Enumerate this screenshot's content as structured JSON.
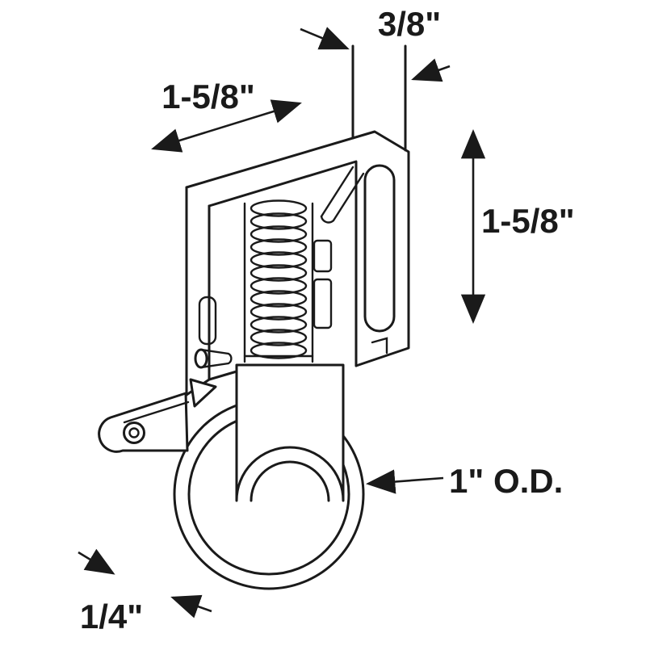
{
  "page": {
    "background_color": "#ffffff",
    "line_color": "#1a1a1a",
    "description": "Technical line drawing of a spring-loaded sliding screen door roller assembly with dimension callouts"
  },
  "labels": {
    "tab_width": "3/8\"",
    "housing_width": "1-5/8\"",
    "housing_height": "1-5/8\"",
    "wheel_outer_diameter": "1\" O.D.",
    "wheel_offset": "1/4\""
  }
}
